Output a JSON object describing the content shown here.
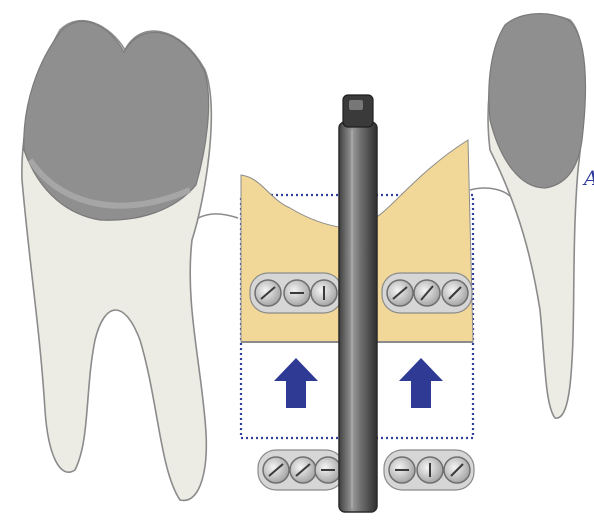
{
  "figure": {
    "side_label": "A",
    "colors": {
      "crown": "#8f8f8f",
      "crown_dark": "#7a7a7a",
      "root": "#ecebe4",
      "tooth_outline": "#8b8b8b",
      "bone_graft": "#f1d898",
      "dotted_outline": "#2f3f9e",
      "arrow": "#2e3a94",
      "implant": "#5d5d5d",
      "implant_highlight": "#9a9a9a",
      "plate": "#d6d6d6"
    },
    "icons": [
      "molar-tooth",
      "premolar-tooth",
      "dental-implant",
      "bone-graft",
      "fixation-plate",
      "screw",
      "up-arrow"
    ]
  }
}
